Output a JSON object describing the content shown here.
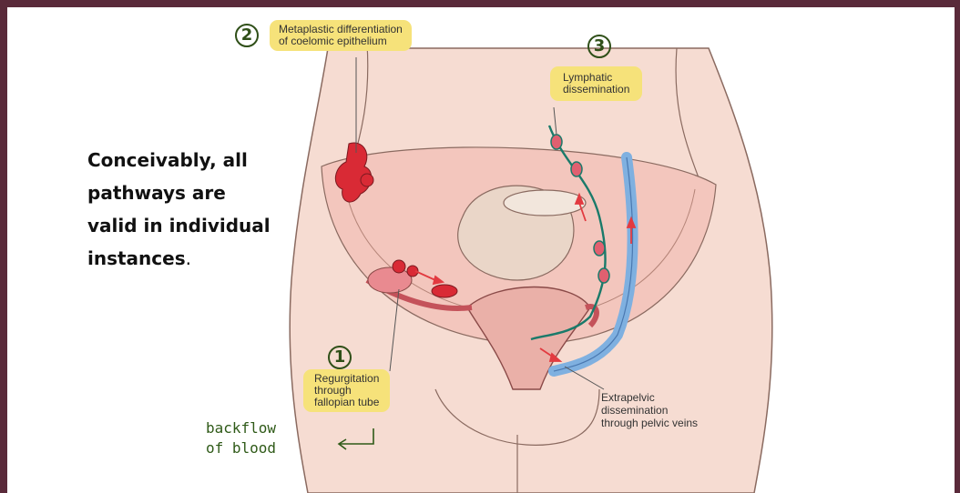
{
  "slide": {
    "main_text": {
      "line1": "Conceivably, all",
      "line2": "pathways are",
      "line3": "valid in individual",
      "line4": "instances",
      "period": "."
    }
  },
  "labels": {
    "metaplastic": {
      "number": "2",
      "line1": "Metaplastic differentiation",
      "line2": "of coelomic epithelium"
    },
    "lymphatic": {
      "number": "3",
      "line1": "Lymphatic",
      "line2": "dissemination"
    },
    "regurgitation": {
      "number": "1",
      "line1": "Regurgitation",
      "line2": "through",
      "line3": "fallopian tube"
    },
    "extrapelvic": {
      "line1": "Extrapelvic",
      "line2": "dissemination",
      "line3": "through pelvic veins"
    }
  },
  "annotation": {
    "line1": "backflow",
    "line2": "of blood"
  },
  "colors": {
    "frame": "#5a2a3a",
    "skin": "#f6dcd2",
    "label_bg": "#f6e27a",
    "lymph": "#1a7a6a",
    "vein": "#7fb0e0",
    "lesion": "#d92a35",
    "ink": "#2f5a18"
  }
}
